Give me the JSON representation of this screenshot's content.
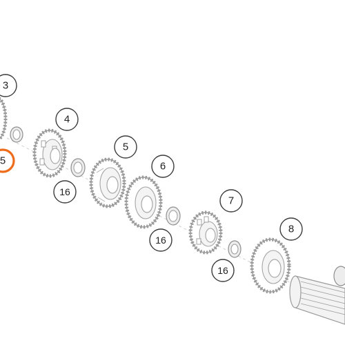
{
  "diagram": {
    "callouts": [
      {
        "id": "c3",
        "label": "3",
        "highlight": false
      },
      {
        "id": "c15",
        "label": "5",
        "highlight": true
      },
      {
        "id": "c4",
        "label": "4",
        "highlight": false
      },
      {
        "id": "c5",
        "label": "5",
        "highlight": false
      },
      {
        "id": "c6",
        "label": "6",
        "highlight": false
      },
      {
        "id": "c16a",
        "label": "16",
        "highlight": false
      },
      {
        "id": "c7",
        "label": "7",
        "highlight": false
      },
      {
        "id": "c16b",
        "label": "16",
        "highlight": false
      },
      {
        "id": "c8",
        "label": "8",
        "highlight": false
      },
      {
        "id": "c16c",
        "label": "16",
        "highlight": false
      }
    ],
    "colors": {
      "line": "#9a9a9a",
      "callout_border": "#3a3a3a",
      "highlight": "#ee6d1c",
      "background": "#ffffff"
    }
  }
}
